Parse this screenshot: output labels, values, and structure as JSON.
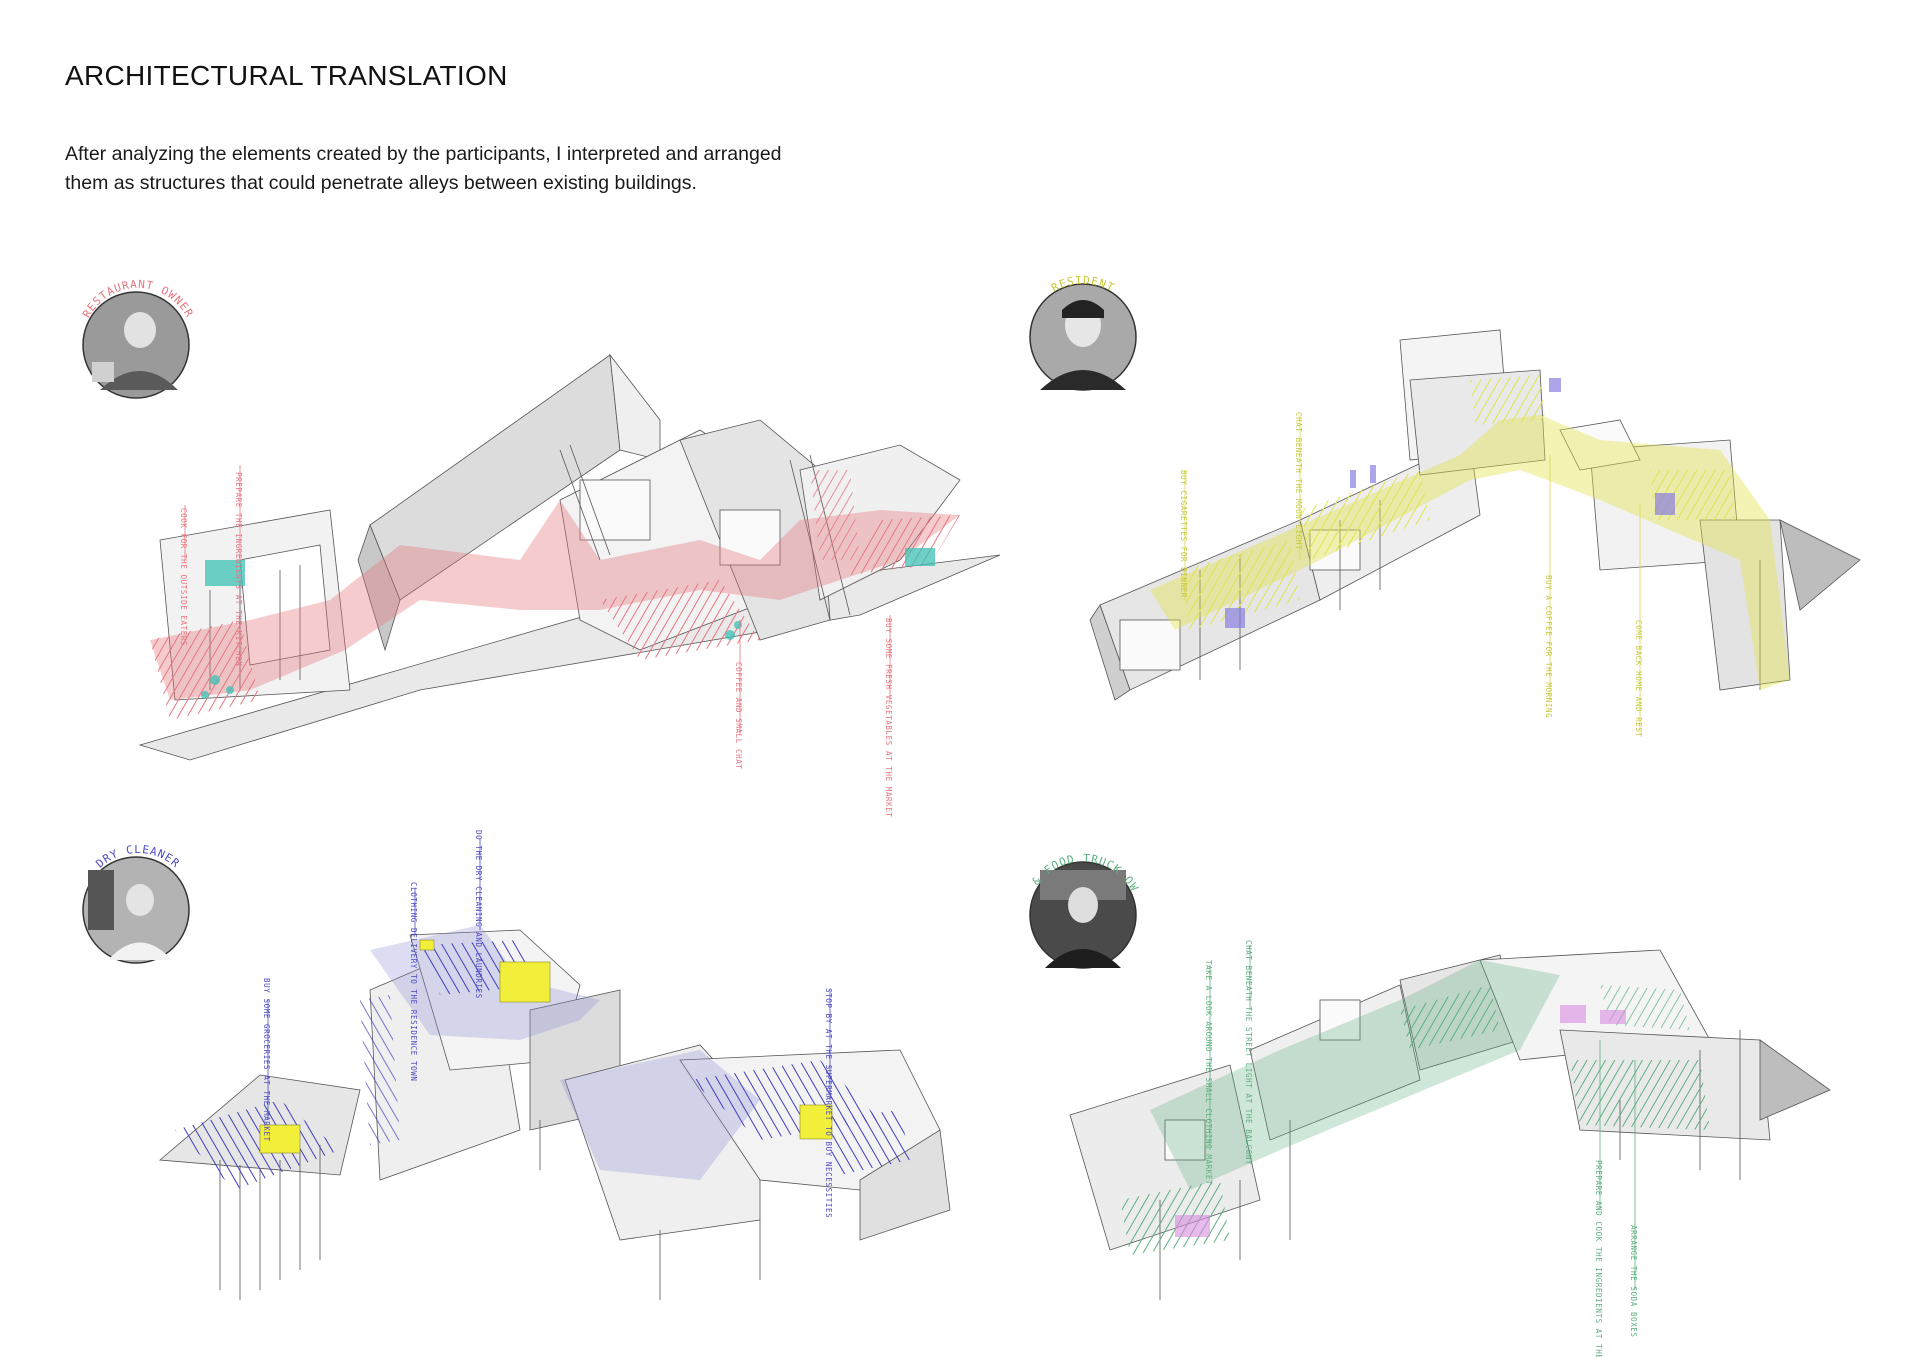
{
  "page": {
    "title": "ARCHITECTURAL TRANSLATION",
    "intro_lines": [
      "After analyzing the elements created by the participants, I interpreted and arranged",
      "them as structures that could penetrate alleys between existing buildings."
    ]
  },
  "panels": {
    "restaurant": {
      "role": "RESTAURANT OWNER",
      "accent": "#e8757f",
      "highlight": "#3cc2b4",
      "annotations": [
        "PREPARE THE INGREDIENTS AT THE KITCHEN",
        "COOK FOR THE OUTSIDE EATERS",
        "BUY SOME FRESH VEGETABLES AT THE MARKET",
        "COFFEE AND SMALL CHAT"
      ]
    },
    "resident": {
      "role": "RESIDENT",
      "accent": "#d9d94a",
      "highlight": "#8a7fe0",
      "annotations": [
        "CHAT BENEATH THE MOON LIGHT",
        "BUY CIGARETTES FOR DINNER",
        "BUY A COFFEE FOR THE MORNING",
        "COME BACK HOME AND REST"
      ]
    },
    "drycleaner": {
      "role": "DRY CLEANER",
      "accent": "#4a4ac4",
      "highlight": "#f2ef3a",
      "annotations": [
        "DO THE DRY CLEANING AND LAUNDRIES",
        "CLOTHING DELIVERY TO THE RESIDENCE TOWN",
        "BUY SOME GROCERIES AT THE MARKET",
        "STOP BY AT THE SUPERMARKET TO BUY NECESSITIES"
      ]
    },
    "pub": {
      "role": "PUB & FOOD TRUCK OWNER",
      "accent": "#5cb07e",
      "highlight": "#d98be0",
      "annotations": [
        "CHAT BENEATH THE STREET LIGHT AT THE BALCONY",
        "TAKE A LOOK AROUND THE SMALL CLOTHING MARKET",
        "PREPARE AND COOK THE INGREDIENTS AT THE KITCHEN",
        "ARRANGE THE SODA BOXES"
      ]
    }
  }
}
